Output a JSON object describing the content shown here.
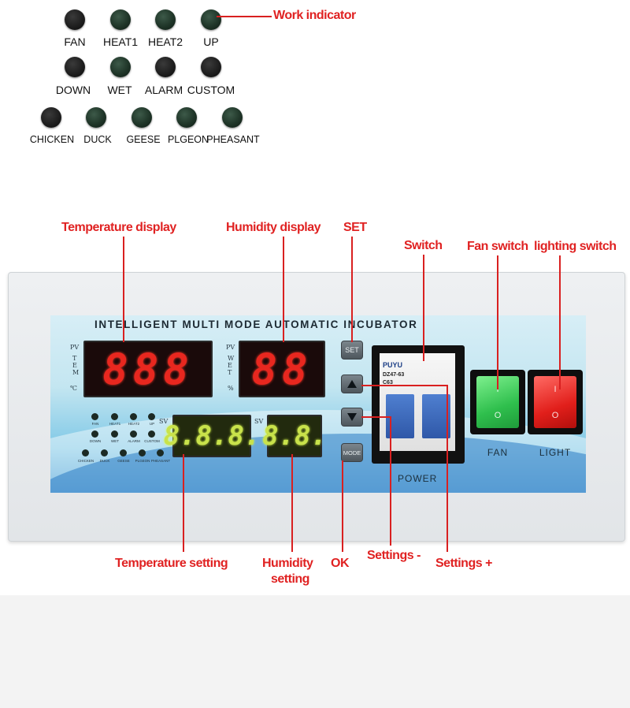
{
  "legend": {
    "row1": [
      "FAN",
      "HEAT1",
      "HEAT2",
      "UP"
    ],
    "row2": [
      "DOWN",
      "WET",
      "ALARM",
      "CUSTOM"
    ],
    "row3": [
      "CHICKEN",
      "DUCK",
      "GEESE",
      "PLGEON",
      "PHEASANT"
    ],
    "work_indicator": "Work indicator"
  },
  "callouts": {
    "temperature_display": "Temperature display",
    "humidity_display": "Humidity display",
    "set": "SET",
    "switch": "Switch",
    "fan_switch": "Fan switch",
    "lighting_switch": "lighting switch",
    "temperature_setting": "Temperature setting",
    "humidity_setting_line1": "Humidity",
    "humidity_setting_line2": "setting",
    "ok": "OK",
    "settings_minus": "Settings -",
    "settings_plus": "Settings +"
  },
  "panel": {
    "title": "INTELLIGENT MULTI MODE AUTOMATIC INCUBATOR",
    "pv": "PV",
    "sv": "SV",
    "tem_label": "TEM",
    "celsius": "℃",
    "wet_label": "WET",
    "percent": "%",
    "temp_pv_display": "888",
    "hum_pv_display": "88",
    "temp_sv_display": "8.8.8.",
    "hum_sv_display": "8.8.",
    "mini_row1": [
      "FAN",
      "HEAT1",
      "HEAT2",
      "UP"
    ],
    "mini_row2": [
      "DOWN",
      "WET",
      "ALARM",
      "CUSTOM"
    ],
    "mini_row3": [
      "CHICKEN",
      "DUCK",
      "GEESE",
      "PLGEON",
      "PHEASANT"
    ],
    "keys": {
      "set": "SET",
      "mode": "MODE"
    },
    "breaker": {
      "brand": "PUYU",
      "model": "DZ47-63",
      "rating": "C63",
      "power": "POWER"
    },
    "switches": {
      "fan": "FAN",
      "light": "LIGHT",
      "on_symbol": "I",
      "off_symbol": "O"
    }
  },
  "colors": {
    "callout": "#e02222",
    "led_red": "#e8271f",
    "led_green": "#c9e24b"
  }
}
